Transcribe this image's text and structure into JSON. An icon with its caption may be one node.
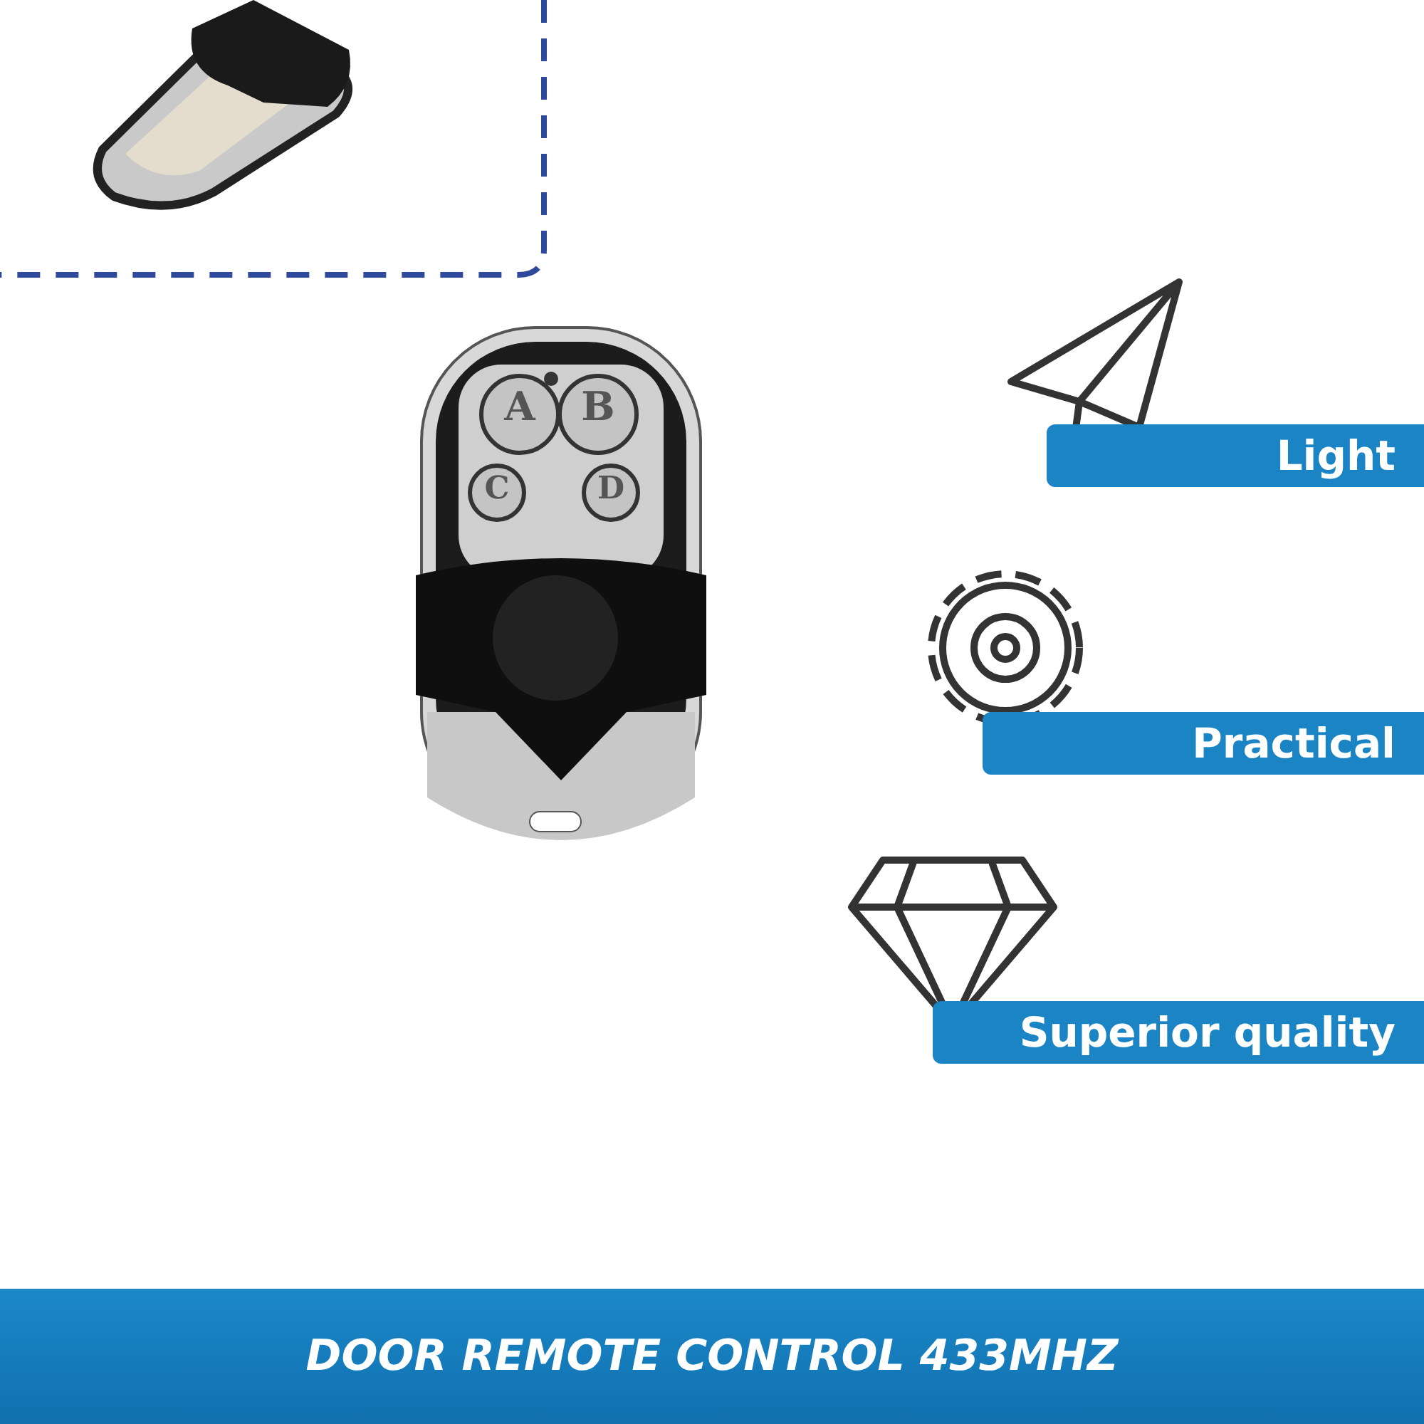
{
  "diagram": {
    "caption": "DOOR REMOTE CONTROL 433MHZ",
    "labels": [
      "A",
      "B",
      "C",
      "D",
      "Light",
      "Practical",
      "Superior quality"
    ]
  }
}
